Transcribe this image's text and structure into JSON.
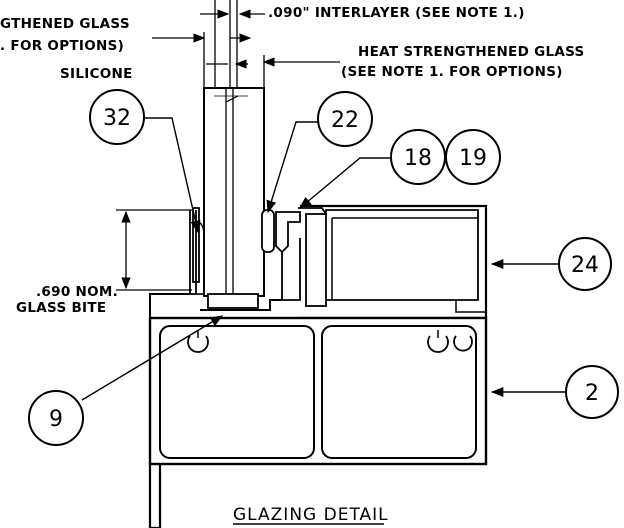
{
  "labels": {
    "glass_left": "GTHENED GLASS",
    "glass_left_note": ". FOR OPTIONS)",
    "interlayer": ".090\" INTERLAYER (SEE NOTE 1.)",
    "glass_right": "HEAT STRENGTHENED GLASS",
    "glass_right_note": "(SEE NOTE 1. FOR OPTIONS)",
    "silicone": "SILICONE",
    "bite_1": ".690 NOM.",
    "bite_2": "GLASS BITE",
    "title": "GLAZING DETAIL"
  },
  "callouts": {
    "c32": "32",
    "c22": "22",
    "c18": "18",
    "c19": "19",
    "c24": "24",
    "c2": "2",
    "c9": "9"
  }
}
